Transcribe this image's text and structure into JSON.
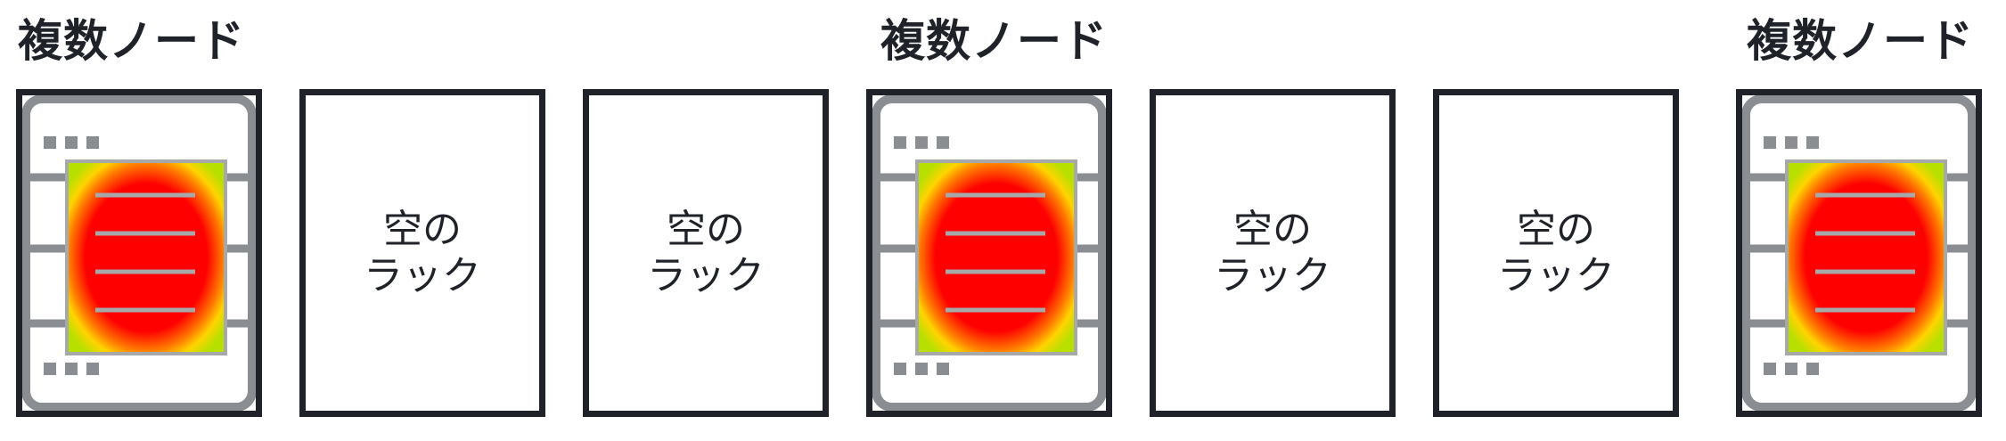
{
  "groups": [
    {
      "label": "複数ノード"
    },
    {
      "label": "複数ノード"
    },
    {
      "label": "複数ノード"
    }
  ],
  "racks": [
    {
      "kind": "server",
      "icon": "server-heatmap-icon"
    },
    {
      "kind": "empty",
      "line1": "空の",
      "line2": "ラック"
    },
    {
      "kind": "empty",
      "line1": "空の",
      "line2": "ラック"
    },
    {
      "kind": "server",
      "icon": "server-heatmap-icon"
    },
    {
      "kind": "empty",
      "line1": "空の",
      "line2": "ラック"
    },
    {
      "kind": "empty",
      "line1": "空の",
      "line2": "ラック"
    },
    {
      "kind": "server",
      "icon": "server-heatmap-icon"
    }
  ],
  "colors": {
    "border": "#1f2329",
    "server_outline": "#8a8d91",
    "heat_hot": "#ff0000",
    "heat_mid": "#ffd400",
    "heat_cool": "#b7e000"
  }
}
